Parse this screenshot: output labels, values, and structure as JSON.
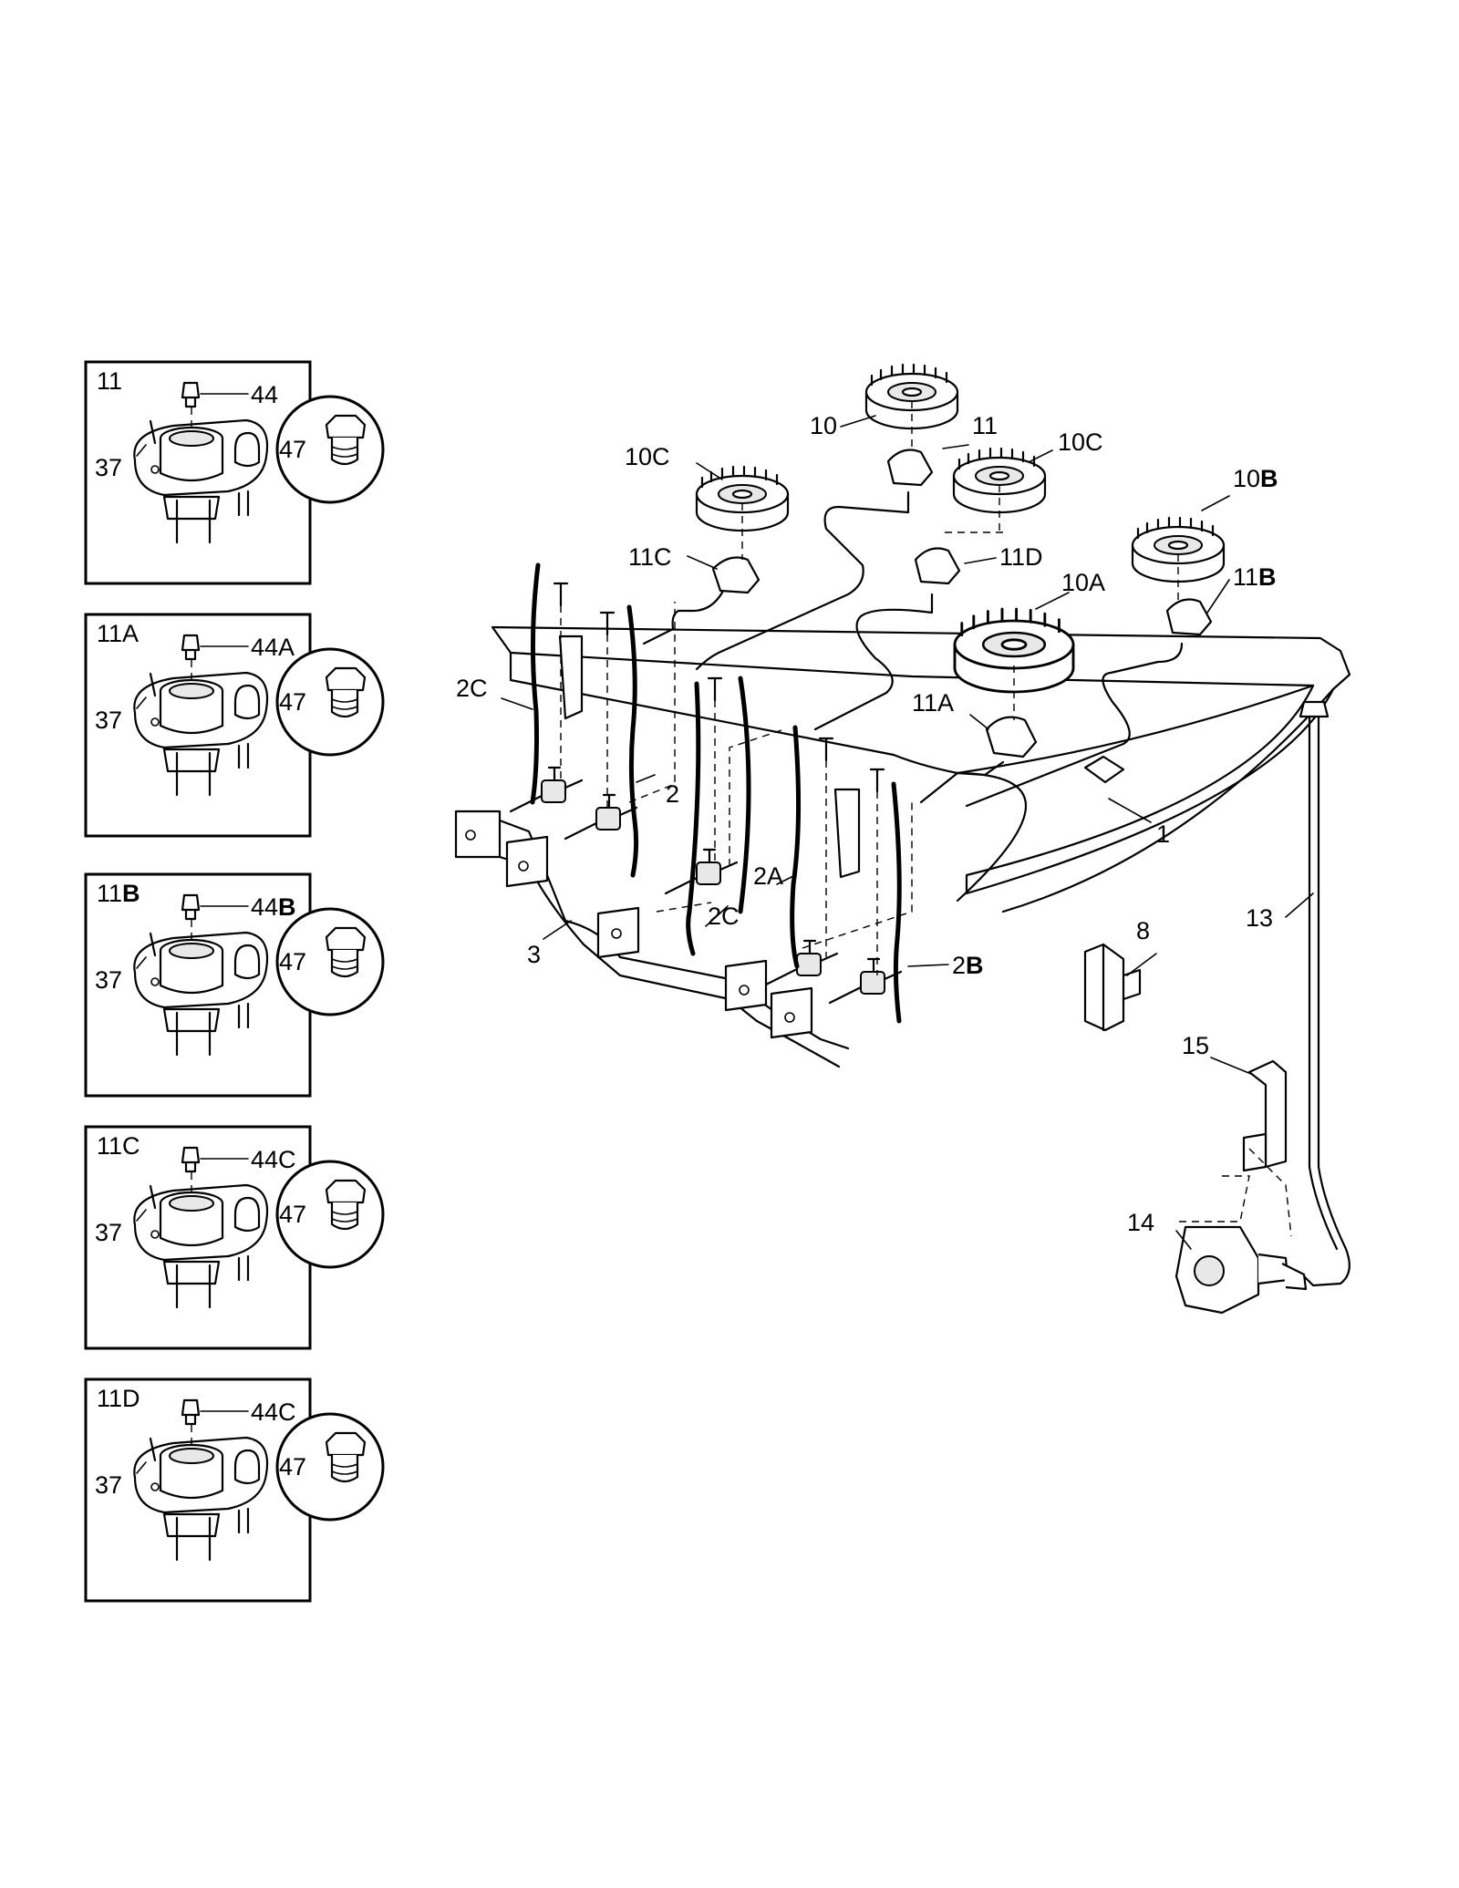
{
  "insets": [
    {
      "title": "11",
      "title_bold": "",
      "orifice": "44",
      "orifice_bold": "",
      "screw": "37",
      "cap": "47"
    },
    {
      "title": "11A",
      "title_bold": "",
      "orifice": "44A",
      "orifice_bold": "",
      "screw": "37",
      "cap": "47"
    },
    {
      "title": "11",
      "title_bold": "B",
      "orifice": "44",
      "orifice_bold": "B",
      "screw": "37",
      "cap": "47"
    },
    {
      "title": "11C",
      "title_bold": "",
      "orifice": "44C",
      "orifice_bold": "",
      "screw": "37",
      "cap": "47"
    },
    {
      "title": "11D",
      "title_bold": "",
      "orifice": "44C",
      "orifice_bold": "",
      "screw": "37",
      "cap": "47"
    }
  ],
  "callouts": {
    "c10": "10",
    "c11": "11",
    "c10C_left": "10C",
    "c10C_right": "10C",
    "c10B": "10",
    "c10B_bold": "B",
    "c11C": "11C",
    "c11D": "11D",
    "c10A": "10A",
    "c11B": "11",
    "c11B_bold": "B",
    "c11A": "11A",
    "c2C_left": "2C",
    "c2": "2",
    "c2A": "2A",
    "c2C_mid": "2C",
    "c2B": "2",
    "c2B_bold": "B",
    "c1": "1",
    "c3": "3",
    "c8": "8",
    "c13": "13",
    "c15": "15",
    "c14": "14"
  }
}
